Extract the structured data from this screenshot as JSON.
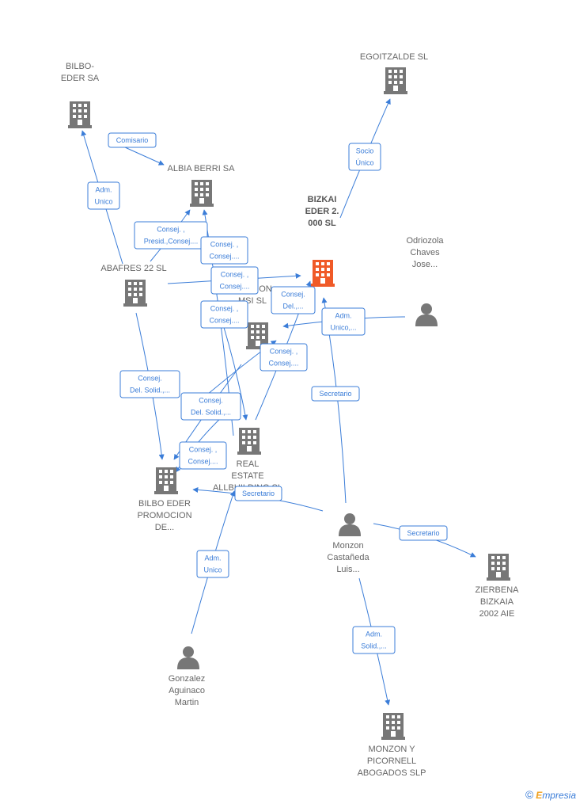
{
  "colors": {
    "edge": "#3b7dd8",
    "company": "#777777",
    "focus_company": "#f05a28",
    "person": "#777777"
  },
  "nodes": [
    {
      "id": "bilbo_eder_sa",
      "type": "company",
      "label": [
        "BILBO-",
        "EDER SA"
      ],
      "icon": "building-icon"
    },
    {
      "id": "egoitzalde",
      "type": "company",
      "label": [
        "EGOITZALDE SL"
      ],
      "icon": "building-icon"
    },
    {
      "id": "albia_berri",
      "type": "company",
      "label": [
        "ALBIA BERRI SA"
      ],
      "icon": "building-icon"
    },
    {
      "id": "bizkai_eder",
      "type": "company",
      "focus": true,
      "label": [
        "BIZKAI",
        "EDER 2.",
        "000 SL"
      ],
      "icon": "building-icon"
    },
    {
      "id": "odriozola",
      "type": "person",
      "label": [
        "Odriozola",
        "Chaves",
        "Jose..."
      ],
      "icon": "person-icon"
    },
    {
      "id": "abafres",
      "type": "company",
      "label": [
        "ABAFRES 22 SL"
      ],
      "icon": "building-icon"
    },
    {
      "id": "gestion_msi",
      "type": "company",
      "label": [
        "GESTION",
        "MSI SL"
      ],
      "icon": "building-icon"
    },
    {
      "id": "real_estate",
      "type": "company",
      "label": [
        "REAL",
        "ESTATE",
        "ALLBUILDING SL"
      ],
      "icon": "building-icon"
    },
    {
      "id": "bilbo_eder_promocion",
      "type": "company",
      "label": [
        "BILBO EDER",
        "PROMOCION",
        "DE..."
      ],
      "icon": "building-icon"
    },
    {
      "id": "monzon_castaneda",
      "type": "person",
      "label": [
        "Monzon",
        "Castañeda",
        "Luis..."
      ],
      "icon": "person-icon"
    },
    {
      "id": "zierbena",
      "type": "company",
      "label": [
        "ZIERBENA",
        "BIZKAIA",
        "2002 AIE"
      ],
      "icon": "building-icon"
    },
    {
      "id": "gonzalez",
      "type": "person",
      "label": [
        "Gonzalez",
        "Aguinaco",
        "Martin"
      ],
      "icon": "person-icon"
    },
    {
      "id": "monzon_picornell",
      "type": "company",
      "label": [
        "MONZON Y",
        "PICORNELL",
        "ABOGADOS SLP"
      ],
      "icon": "building-icon"
    }
  ],
  "edges": [
    {
      "label": [
        "Comisario"
      ]
    },
    {
      "label": [
        "Adm.",
        "Unico"
      ]
    },
    {
      "label": [
        "Socio",
        "Único"
      ]
    },
    {
      "label": [
        "Consej. ,",
        "Presid.,Consej...."
      ]
    },
    {
      "label": [
        "Consej. ,",
        "Consej...."
      ]
    },
    {
      "label": [
        "Consej. ,",
        "Consej...."
      ]
    },
    {
      "label": [
        "Consej.",
        "Del.,..."
      ]
    },
    {
      "label": [
        "Consej. ,",
        "Consej...."
      ]
    },
    {
      "label": [
        "Adm.",
        "Unico,..."
      ]
    },
    {
      "label": [
        "Consej. ,",
        "Consej...."
      ]
    },
    {
      "label": [
        "Consej.",
        "Del. Solid.,..."
      ]
    },
    {
      "label": [
        "Consej.",
        "Del. Solid.,..."
      ]
    },
    {
      "label": [
        "Secretario"
      ]
    },
    {
      "label": [
        "Consej. ,",
        "Consej...."
      ]
    },
    {
      "label": [
        "Secretario"
      ]
    },
    {
      "label": [
        "Secretario"
      ]
    },
    {
      "label": [
        "Adm.",
        "Unico"
      ]
    },
    {
      "label": [
        "Adm.",
        "Solid.,..."
      ]
    }
  ],
  "footer": {
    "copyright": "©",
    "brand_first": "E",
    "brand_rest": "mpresia"
  }
}
